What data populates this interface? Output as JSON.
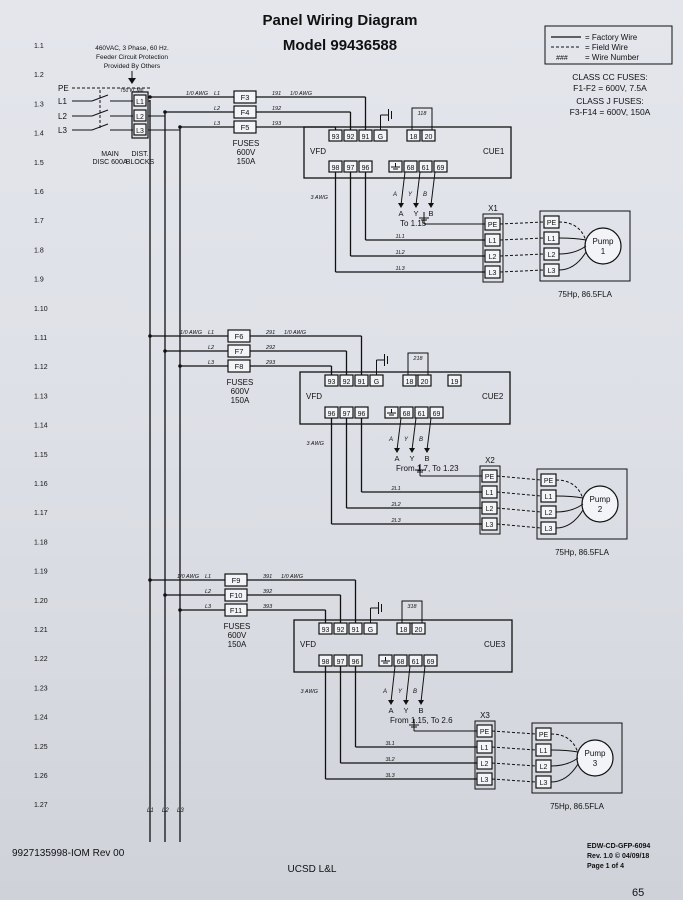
{
  "header": {
    "title": "Panel Wiring Diagram",
    "model": "Model 99436588"
  },
  "legend": {
    "factory_wire": "= Factory Wire",
    "field_wire": "= Field Wire",
    "wire_number_symbol": "###",
    "wire_number": "= Wire Number"
  },
  "fuse_notes": {
    "cc_title": "CLASS CC FUSES:",
    "cc_spec": "F1-F2 = 600V, 7.5A",
    "j_title": "CLASS J FUSES:",
    "j_spec": "F3-F14 = 600V, 150A"
  },
  "supply": {
    "line1": "460VAC, 3 Phase, 60 Hz.",
    "line2": "Feeder Circuit Protection",
    "line3": "Provided By Others",
    "pe": "PE",
    "l1": "L1",
    "l2": "L2",
    "l3": "L3",
    "main_wire": "750 KCMIL",
    "main_disc_1": "MAIN",
    "main_disc_2": "DISC 600A",
    "dist_blocks_1": "DIST.",
    "dist_blocks_2": "BLOCKS"
  },
  "row_numbers": [
    "1.1",
    "1.2",
    "1.3",
    "1.4",
    "1.5",
    "1.6",
    "1.7",
    "1.8",
    "1.9",
    "1.10",
    "1.11",
    "1.12",
    "1.13",
    "1.14",
    "1.15",
    "1.16",
    "1.17",
    "1.18",
    "1.19",
    "1.20",
    "1.21",
    "1.22",
    "1.23",
    "1.24",
    "1.25",
    "1.26",
    "1.27"
  ],
  "bus": {
    "l1": "L1",
    "l2": "L2",
    "l3": "L3"
  },
  "sections": [
    {
      "awg_main": "1/0 AWG",
      "phase_labels": [
        "L1",
        "L2",
        "L3"
      ],
      "fuses": [
        "F3",
        "F4",
        "F5"
      ],
      "wires": [
        "191",
        "192",
        "193"
      ],
      "awg_after": "1/0 AWG",
      "fuse_label": [
        "FUSES",
        "600V",
        "150A"
      ],
      "vfd_label": "VFD",
      "cue": "CUE1",
      "top_terms": [
        "93",
        "92",
        "91",
        "G"
      ],
      "ctrl_terms": [
        "18",
        "20"
      ],
      "jumper": "118",
      "extra_term": "",
      "bot_terms": [
        "98",
        "97",
        "96"
      ],
      "sig_terms": [
        "61",
        "69"
      ],
      "ayb": [
        "A",
        "Y",
        "B"
      ],
      "ref": "To 1.15",
      "motor_awg": "3 AWG",
      "motor_wires": [
        "1L1",
        "1L2",
        "1L3"
      ],
      "x_label": "X1",
      "x_terms": [
        "PE",
        "L1",
        "L2",
        "L3"
      ],
      "pump_label": "Pump",
      "pump_num": "1",
      "rating": "75Hp, 86.5FLA"
    },
    {
      "awg_main": "1/0 AWG",
      "phase_labels": [
        "L1",
        "L2",
        "L3"
      ],
      "fuses": [
        "F6",
        "F7",
        "F8"
      ],
      "wires": [
        "291",
        "292",
        "293"
      ],
      "awg_after": "1/0 AWG",
      "fuse_label": [
        "FUSES",
        "600V",
        "150A"
      ],
      "vfd_label": "VFD",
      "cue": "CUE2",
      "top_terms": [
        "93",
        "92",
        "91",
        "G"
      ],
      "ctrl_terms": [
        "18",
        "20"
      ],
      "jumper": "218",
      "extra_term": "19",
      "bot_terms": [
        "96",
        "97",
        "96"
      ],
      "sig_terms": [
        "61",
        "69"
      ],
      "ayb": [
        "A",
        "Y",
        "B"
      ],
      "ref": "From 1.7, To 1.23",
      "motor_awg": "3 AWG",
      "motor_wires": [
        "2L1",
        "2L2",
        "2L3"
      ],
      "x_label": "X2",
      "x_terms": [
        "PE",
        "L1",
        "L2",
        "L3"
      ],
      "pump_label": "Pump",
      "pump_num": "2",
      "rating": "75Hp, 86.5FLA"
    },
    {
      "awg_main": "1/0 AWG",
      "phase_labels": [
        "L1",
        "L2",
        "L3"
      ],
      "fuses": [
        "F9",
        "F10",
        "F11"
      ],
      "wires": [
        "391",
        "392",
        "393"
      ],
      "awg_after": "1/0 AWG",
      "fuse_label": [
        "FUSES",
        "600V",
        "150A"
      ],
      "vfd_label": "VFD",
      "cue": "CUE3",
      "top_terms": [
        "93",
        "92",
        "91",
        "G"
      ],
      "ctrl_terms": [
        "18",
        "20"
      ],
      "jumper": "318",
      "extra_term": "",
      "bot_terms": [
        "98",
        "97",
        "96"
      ],
      "sig_terms": [
        "61",
        "69"
      ],
      "ayb": [
        "A",
        "Y",
        "B"
      ],
      "ref": "From 1.15, To 2.6",
      "motor_awg": "3 AWG",
      "motor_wires": [
        "3L1",
        "3L2",
        "3L3"
      ],
      "x_label": "X3",
      "x_terms": [
        "PE",
        "L1",
        "L2",
        "L3"
      ],
      "pump_label": "Pump",
      "pump_num": "3",
      "rating": "75Hp, 86.5FLA"
    }
  ],
  "footer": {
    "left": "9927135998-IOM Rev 00",
    "center": "UCSD L&L",
    "right1": "EDW-CD-GFP-6094",
    "right2": "Rev. 1.0 © 04/09/18",
    "right3": "Page 1 of 4",
    "page_number": "65"
  }
}
